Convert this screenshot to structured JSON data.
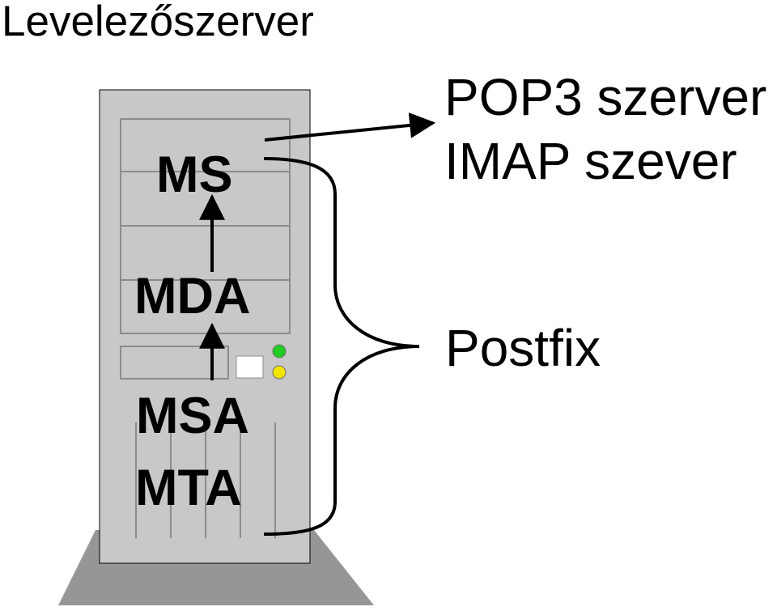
{
  "title": "Levelezőszerver",
  "server": {
    "components": {
      "ms": "MS",
      "mda": "MDA",
      "msa": "MSA",
      "mta": "MTA"
    }
  },
  "labels": {
    "pop3": "POP3 szerver",
    "imap": "IMAP szever",
    "postfix": "Postfix"
  },
  "colors": {
    "case": "#c8c8c8",
    "base": "#969696",
    "power_led": "#22cc22",
    "activity_led": "#f2e600",
    "line": "#000000"
  }
}
